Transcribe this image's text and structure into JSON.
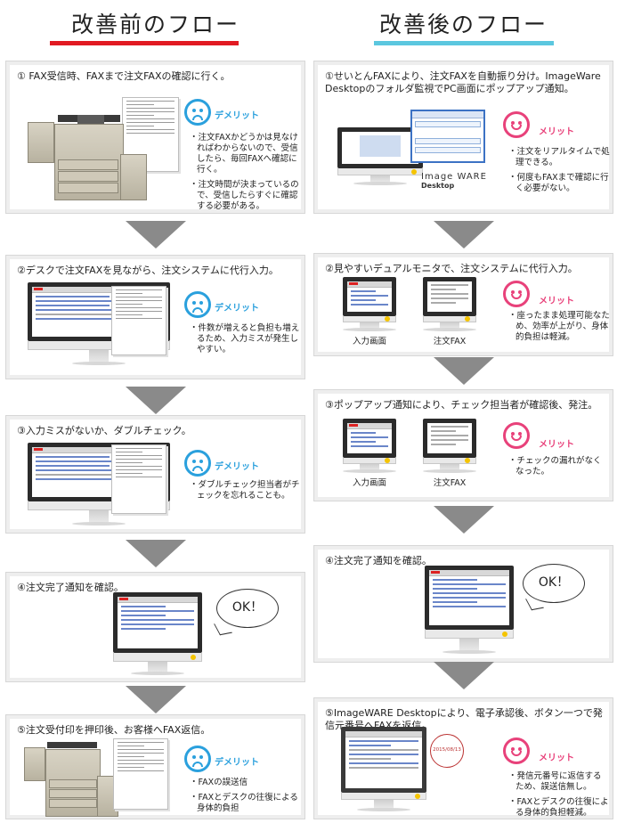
{
  "before": {
    "title": "改善前のフロー",
    "steps": [
      {
        "text": "① FAX受信時、FAXまで注文FAXの確認に行く。",
        "tag": "デメリット",
        "bullets": [
          "注文FAXかどうかは見なければわからないので、受信したら、毎回FAXへ確認に行く。",
          "注文時間が決まっているので、受信したらすぐに確認する必要がある。"
        ]
      },
      {
        "text": "②デスクで注文FAXを見ながら、注文システムに代行入力。",
        "tag": "デメリット",
        "bullets": [
          "件数が増えると負担も増えるため、入力ミスが発生しやすい。"
        ]
      },
      {
        "text": "③入力ミスがないか、ダブルチェック。",
        "tag": "デメリット",
        "bullets": [
          "ダブルチェック担当者がチェックを忘れることも。"
        ]
      },
      {
        "text": "④注文完了通知を確認。",
        "bubble": "OK！"
      },
      {
        "text": "⑤注文受付印を押印後、お客様へFAX返信。",
        "tag": "デメリット",
        "bullets": [
          "FAXの誤送信",
          "FAXとデスクの往復による身体的負担"
        ]
      }
    ]
  },
  "after": {
    "title": "改善後のフロー",
    "steps": [
      {
        "text": "①せいとんFAXにより、注文FAXを自動振り分け。ImageWare Desktopのフォルダ監視でPC画面にポップアップ通知。",
        "tag": "メリット",
        "logo_line1": "Image WARE",
        "logo_line2": "Desktop",
        "bullets": [
          "注文をリアルタイムで処理できる。",
          "何度もFAXまで確認に行く必要がない。"
        ]
      },
      {
        "text": "②見やすいデュアルモニタで、注文システムに代行入力。",
        "tag": "メリット",
        "cap1": "入力画面",
        "cap2": "注文FAX",
        "bullets": [
          "座ったまま処理可能なため、効率が上がり、身体的負担は軽減。"
        ]
      },
      {
        "text": "③ポップアップ通知により、チェック担当者が確認後、発注。",
        "tag": "メリット",
        "cap1": "入力画面",
        "cap2": "注文FAX",
        "bullets": [
          "チェックの漏れがなくなった。"
        ]
      },
      {
        "text": "④注文完了通知を確認。",
        "bubble": "OK！"
      },
      {
        "text": "⑤ImageWARE Desktopにより、電子承認後、ボタン一つで発信元番号へFAXを返信。",
        "tag": "メリット",
        "stamp_date": "2015/08/13",
        "bullets": [
          "発信元番号に返信するため、誤送信無し。",
          "FAXとデスクの往復による身体的負担軽減。"
        ]
      }
    ]
  }
}
